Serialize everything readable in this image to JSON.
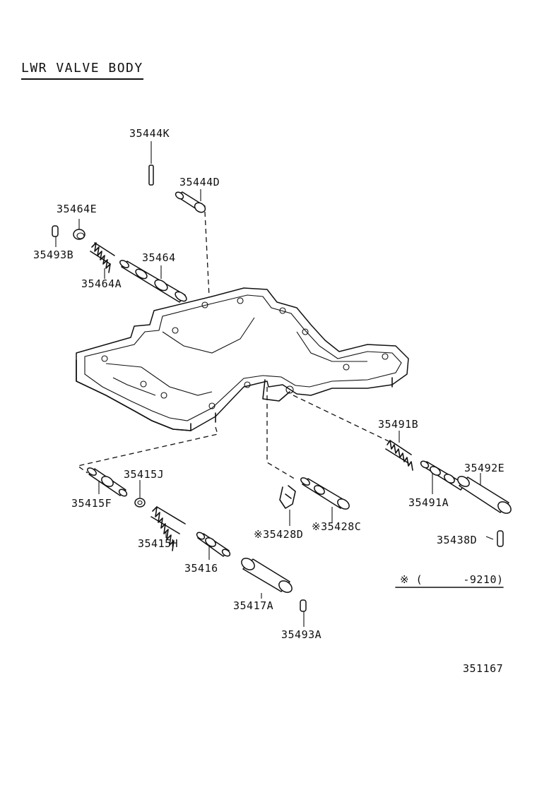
{
  "title": "LWR VALVE BODY",
  "labels": {
    "p35444K": "35444K",
    "p35444D": "35444D",
    "p35464E": "35464E",
    "p35493B": "35493B",
    "p35464": "35464",
    "p35464A": "35464A",
    "p35491B": "35491B",
    "p35492E": "35492E",
    "p35491A": "35491A",
    "p35415J": "35415J",
    "p35415F": "35415F",
    "p35415H": "35415H",
    "p35428D": "※35428D",
    "p35428C": "※35428C",
    "p35438D": "35438D",
    "p35416": "35416",
    "p35417A": "35417A",
    "p35493A": "35493A"
  },
  "footnote": "※ (      -9210)",
  "diagram_number": "351167"
}
